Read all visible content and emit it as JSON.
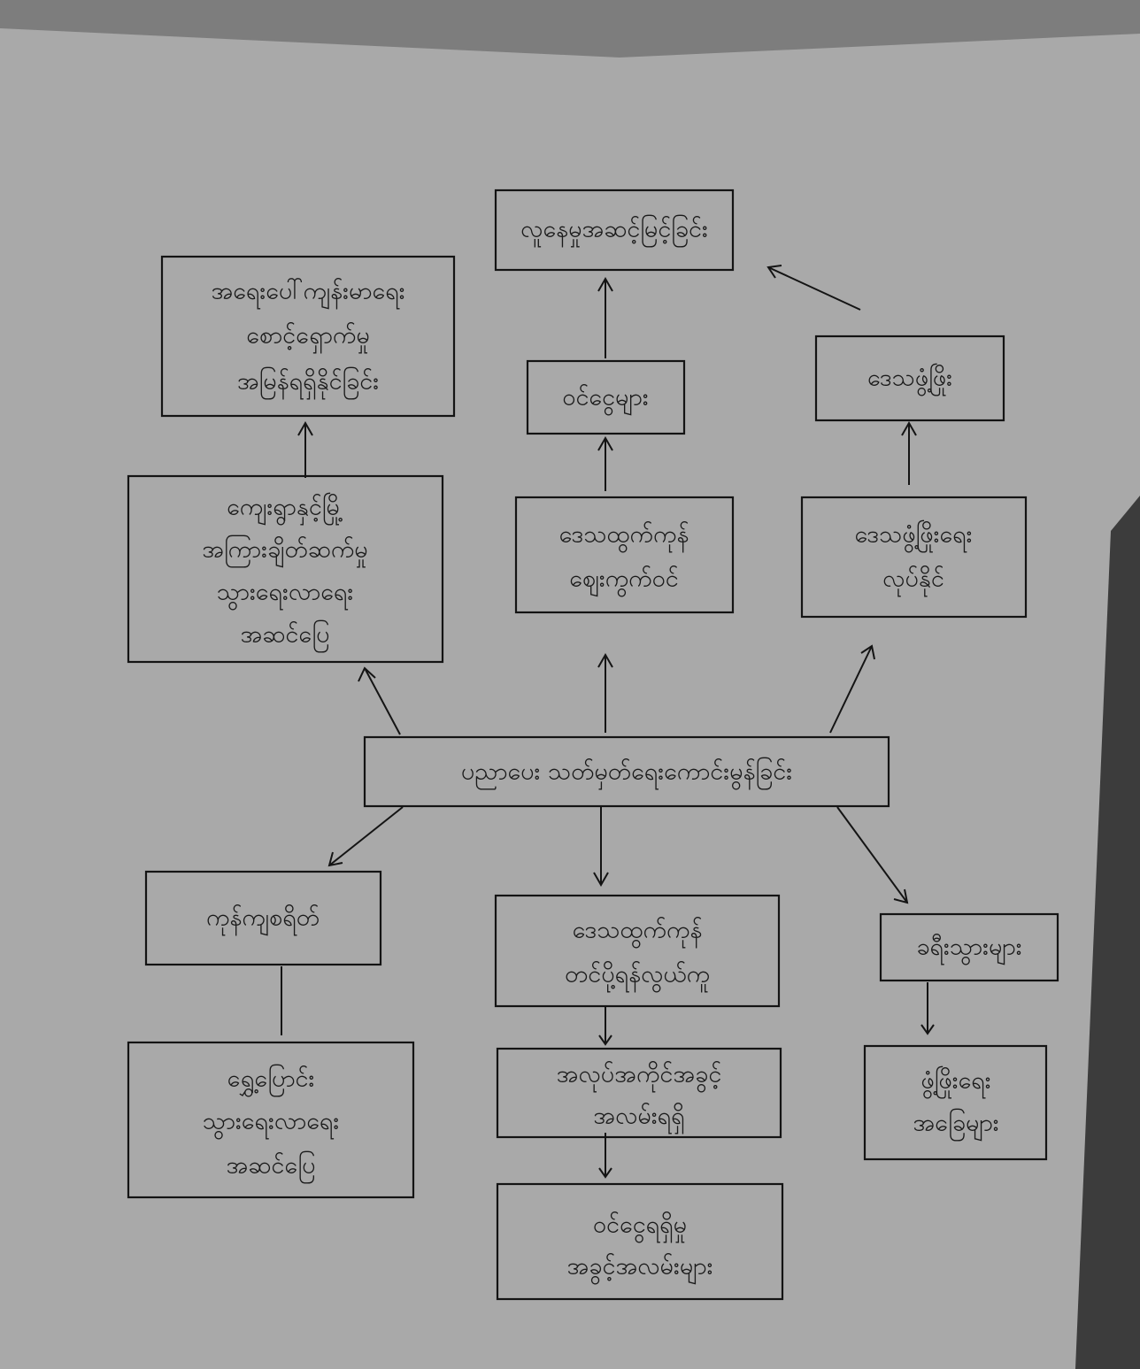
{
  "diagram": {
    "center": {
      "lines": [
        "ပညာ‌ပေး သတ်မှတ်ရေး‌ကောင်းမွန်ခြင်း"
      ]
    },
    "top_goal": {
      "lines": [
        "လူနေမှုအဆင့်မြင့်ခြင်း"
      ]
    },
    "left_col": {
      "upper": {
        "lines": [
          "အရေးပေါ်ကျန်းမာရေး",
          "စောင့်ရှောက်မှု",
          "အမြန်ရရှိနိုင်ခြင်း"
        ]
      },
      "lower": {
        "lines": [
          "ကျေးရွာနှင့်မြို့",
          "အကြားချိတ်ဆက်မှု",
          "သွားရေးလာရေး",
          "အဆင်ပြေ"
        ]
      }
    },
    "mid_col": {
      "upper": {
        "lines": [
          "ဝင်ငွေများ"
        ]
      },
      "lower": {
        "lines": [
          "ဒေသထွက်ကုန်",
          "ဈေးကွက်ဝင်"
        ]
      }
    },
    "right_col": {
      "upper": {
        "lines": [
          "ဒေသဖွံ့ဖြိုး"
        ]
      },
      "lower": {
        "lines": [
          "ဒေသဖွံ့ဖြိုးရေး",
          "လုပ်နိုင်"
        ]
      }
    },
    "bottom_left": {
      "first": {
        "lines": [
          "ကုန်ကျစရိတ်"
        ]
      },
      "second": {
        "lines": [
          "ရွှေ့ပြောင်း",
          "သွားရေးလာရေး",
          "အဆင်ပြေ"
        ]
      }
    },
    "bottom_mid": {
      "first": {
        "lines": [
          "ဒေသထွက်ကုန်",
          "တင်ပို့ရန်လွယ်ကူ"
        ]
      },
      "second": {
        "lines": [
          "အလုပ်အကိုင်အခွင့်",
          "အလမ်းရရှိ"
        ]
      },
      "third": {
        "lines": [
          "ဝင်ငွေရရှိမှု",
          "အခွင့်အလမ်းများ"
        ]
      }
    },
    "bottom_right": {
      "first": {
        "lines": [
          "ခရီးသွားများ"
        ]
      },
      "second": {
        "lines": [
          "ဖွံ့ဖြိုးရေး",
          "အခြေများ"
        ]
      }
    }
  }
}
